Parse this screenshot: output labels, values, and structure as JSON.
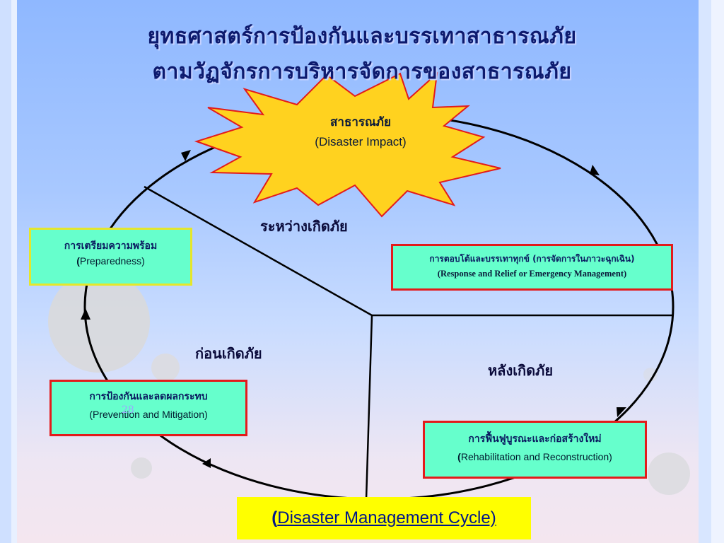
{
  "title": {
    "line1": "ยุทธศาสตร์การป้องกันและบรรเทาสาธารณภัย",
    "line2": "ตามวัฏจักรการบริหารจัดการของสาธารณภัย"
  },
  "impact": {
    "th": "สาธารณภัย",
    "en": "(Disaster Impact)"
  },
  "phases": {
    "during": "ระหว่างเกิดภัย",
    "before": "ก่อนเกิดภัย",
    "after": "หลังเกิดภัย"
  },
  "boxes": {
    "preparedness": {
      "th": "การเตรียมความพร้อม",
      "en_paren": "(",
      "en": "Preparedness)"
    },
    "response": {
      "th": "การตอบโต้และบรรเทาทุกข์ (การจัดการในภาวะฉุกเฉิน)",
      "en": "(Response and  Relief or Emergency Management)"
    },
    "prevention": {
      "th": "การป้องกันและลดผลกระทบ",
      "en": "(Prevention and Mitigation)"
    },
    "rehabilitation": {
      "th": "การฟื้นฟูบูรณะและก่อสร้างใหม่",
      "en_paren": "(",
      "en": "Rehabilitation and Reconstruction)"
    }
  },
  "cycle_label": {
    "paren": "(",
    "text": "Disaster Management Cycle)"
  },
  "slide_number": "28",
  "colors": {
    "box_fill": "#66ffcc",
    "box_border_red": "#e31b1b",
    "box_border_yellow": "#e6e62a",
    "star_fill": "#ffd21f",
    "star_stroke": "#e31b1b",
    "cycle_label_bg": "#ffff00"
  }
}
